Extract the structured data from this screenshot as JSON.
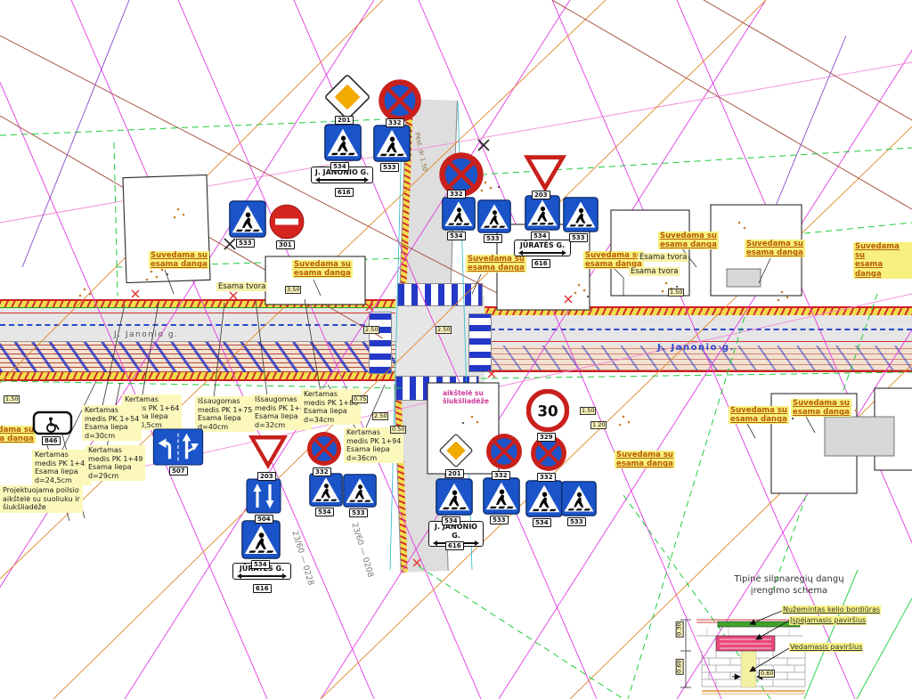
{
  "street_signs": {
    "janonio": "J. JANONIO G.",
    "jurates": "JŪRATĖS G."
  },
  "road_labels": {
    "janonio": "J. Janonio g.",
    "pest_dr": "Pėst. dr 1.50"
  },
  "stationing": {
    "s0228": "23/60 — 0228",
    "s0208": "23/60 — 0208"
  },
  "signs": {
    "speed30": "30",
    "tags": {
      "t201": "201",
      "t203": "203",
      "t301": "301",
      "t329": "329",
      "t332": "332",
      "t504": "504",
      "t507": "507",
      "t533": "533",
      "t534": "534",
      "t616": "616",
      "t846": "846"
    }
  },
  "notes": {
    "n_pk164": "Kertamas\nmedis PK 1+64\nEsama liepa\nd=30,5cm",
    "n_pk154": "Kertamas\nmedis PK 1+54\nEsama liepa\nd=30cm",
    "n_pk143": "Kertamas\nmedis PK 1+43\nEsama liepa\nd=24,5cm",
    "n_pk149": "Kertamas\nmedis PK 1+49\nEsama liepa\nd=29cm",
    "n_pk175": "Išsaugomas\nmedis PK 1+75\nEsama liepa\nd=40cm",
    "n_pk183": "Išsaugomas\nmedis PK 1+83\nEsama liepa\nd=32cm",
    "n_pk188": "Kertamas\nmedis PK 1+88\nEsama liepa\nd=34cm",
    "n_pk194": "Kertamas\nmedis PK 1+94\nEsama liepa\nd=36cm",
    "n_poilsio": "Projektuojama poilsio\naikštelė su suoliuku ir\nšiukšliadėže",
    "n_siuksliadeze": "aikštelė su\nšiukšliadėže",
    "suvedama": "Suvedama su\nesama danga",
    "esama_tvora": "Esama tvora"
  },
  "dims": {
    "d030": "0.30",
    "d050": "0.50",
    "d060": "0.60",
    "d075": "0.75",
    "d120": "1.20",
    "d150": "1.50",
    "d250": "2.50",
    "d350": "3.50"
  },
  "legend": {
    "title": "Tipinė silpnaregių dangų\nįrengimo schema",
    "label_bordiuras": "Nužemintas kelio bordiūras",
    "label_ispejamasis": "Įspėjamasis paviršius",
    "label_vedamasis": "Vedamasis paviršius",
    "dim_top": "0.30",
    "dim_bottom": "0.60",
    "dim_width": "0.60"
  },
  "colors": {
    "magenta": "#e23ae2",
    "green_dash": "#1ecb3a",
    "orange": "#e08828",
    "sign_blue": "#1a54c8",
    "sign_red": "#c8201c",
    "note_yellow": "#fcf8bc"
  }
}
